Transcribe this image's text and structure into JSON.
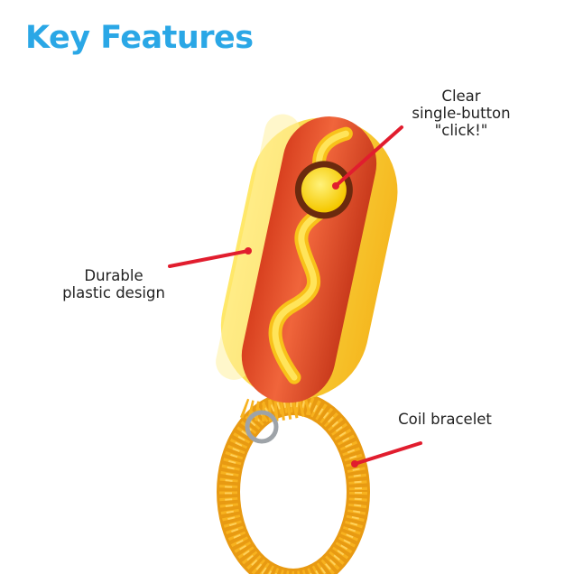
{
  "heading": "Key Features",
  "callouts": {
    "button": [
      "Clear",
      "single-button",
      "\"click!\""
    ],
    "plastic": [
      "Durable",
      "plastic design"
    ],
    "coil": [
      "Coil bracelet"
    ]
  },
  "colors": {
    "heading": "#2aa7e6",
    "leader_line": "#e11d2e",
    "bun": "#f9d23c",
    "sausage": "#ee5a36",
    "mustard": "#ffd800",
    "coil": "#f7b21f"
  }
}
